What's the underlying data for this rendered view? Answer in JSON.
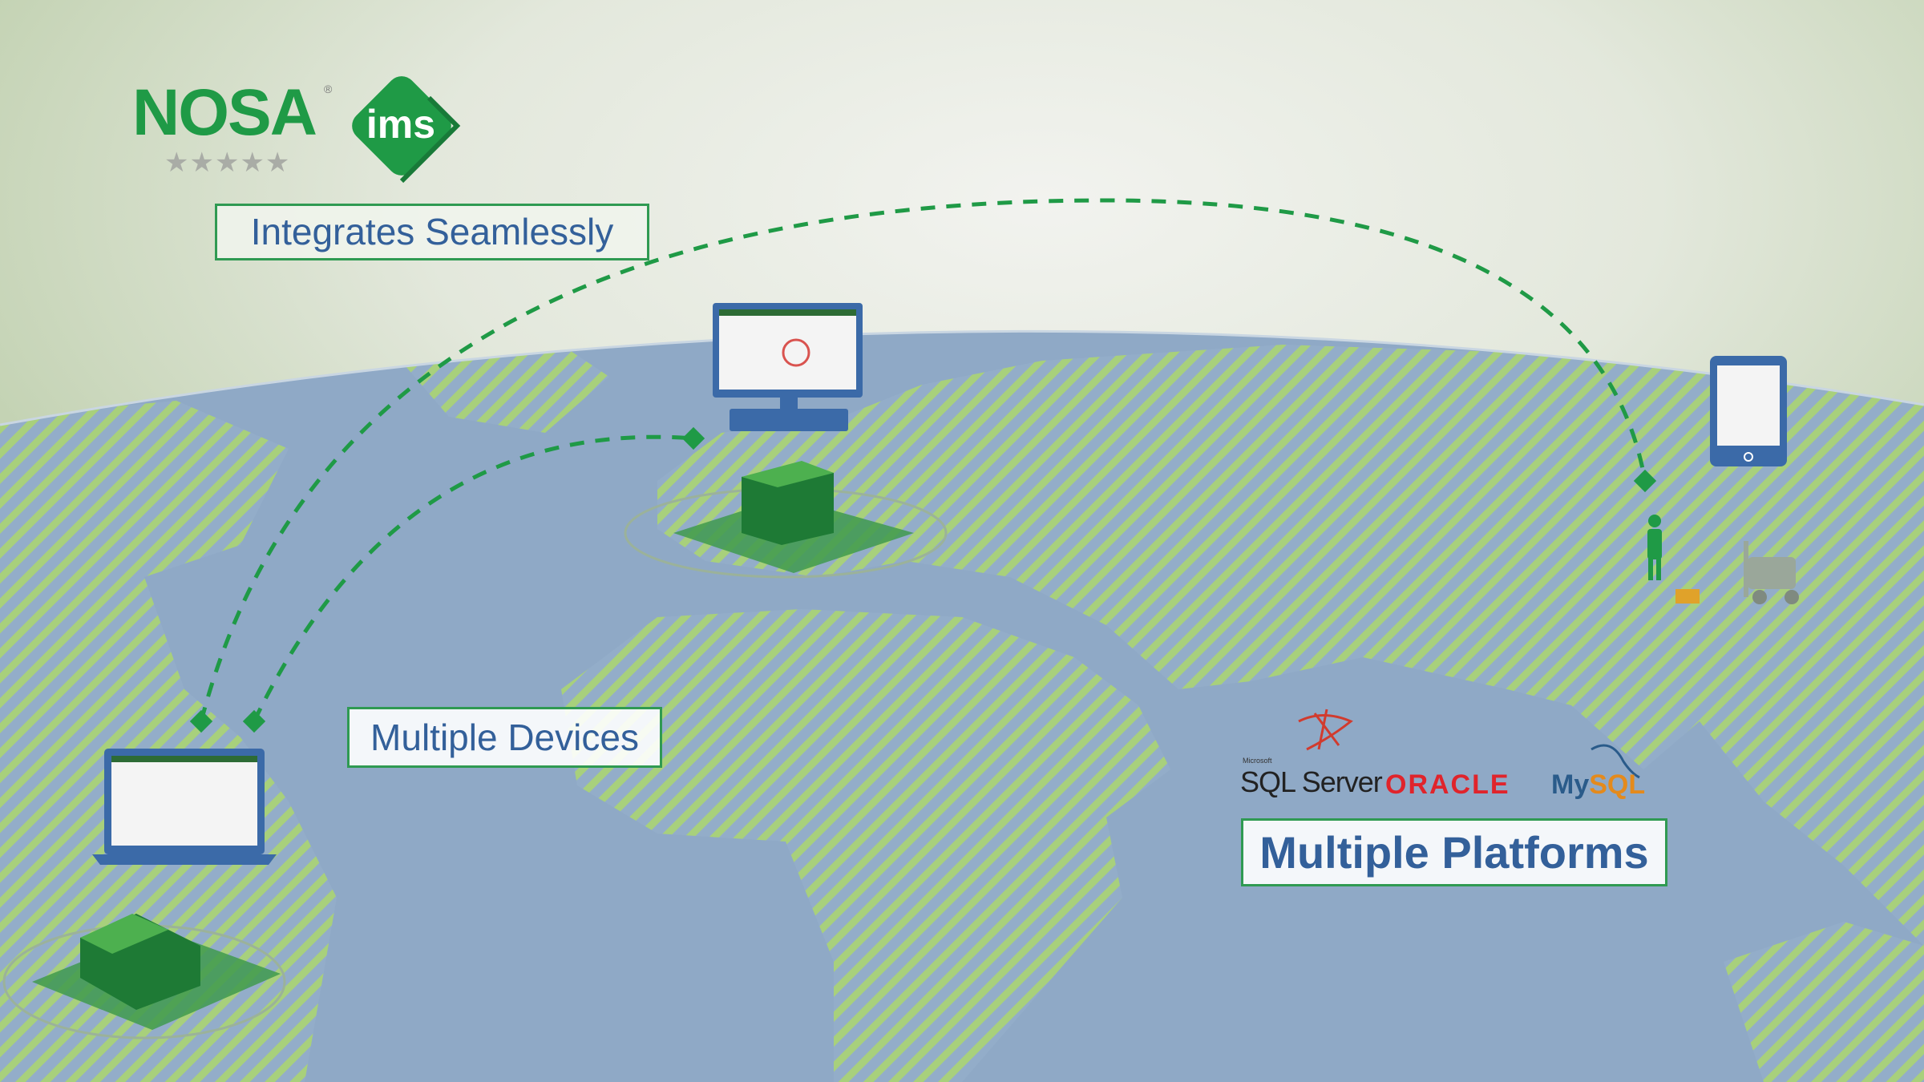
{
  "brand": {
    "name": "NOSA",
    "badge": "ims",
    "registered": "®",
    "stars": "★★★★★"
  },
  "labels": {
    "integrates": "Integrates Seamlessly",
    "devices": "Multiple Devices",
    "platforms": "Multiple Platforms"
  },
  "platforms": {
    "sql_server_prefix": "Microsoft",
    "sql_server": "SQL Server",
    "oracle": "ORACLE",
    "mysql_a": "My",
    "mysql_b": "SQL"
  },
  "colors": {
    "accent": "#1f9a46",
    "ocean": "#8fa9c6",
    "land_hatch": "#a9d27a",
    "label_text": "#33609a"
  }
}
